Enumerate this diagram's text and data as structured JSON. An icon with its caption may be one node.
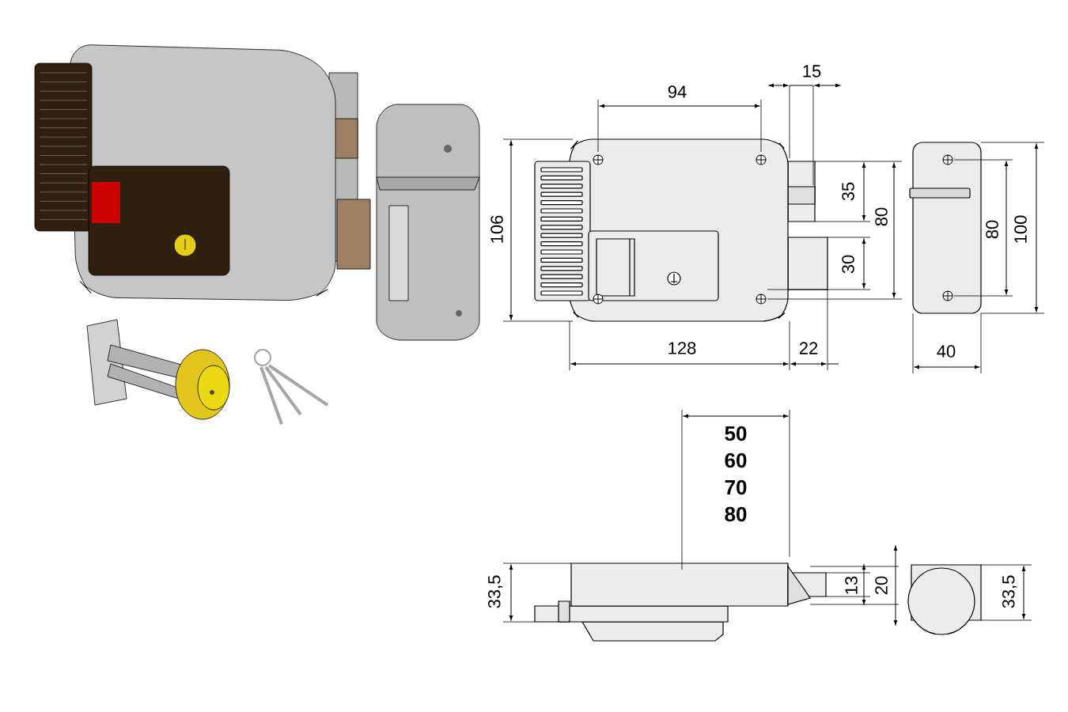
{
  "diagram": {
    "labels": [
      "15",
      "94",
      "106",
      "35",
      "80",
      "80",
      "100",
      "30",
      "128",
      "22",
      "40",
      "50",
      "60",
      "70",
      "80",
      "33,5",
      "13",
      "20",
      "33,5"
    ]
  }
}
